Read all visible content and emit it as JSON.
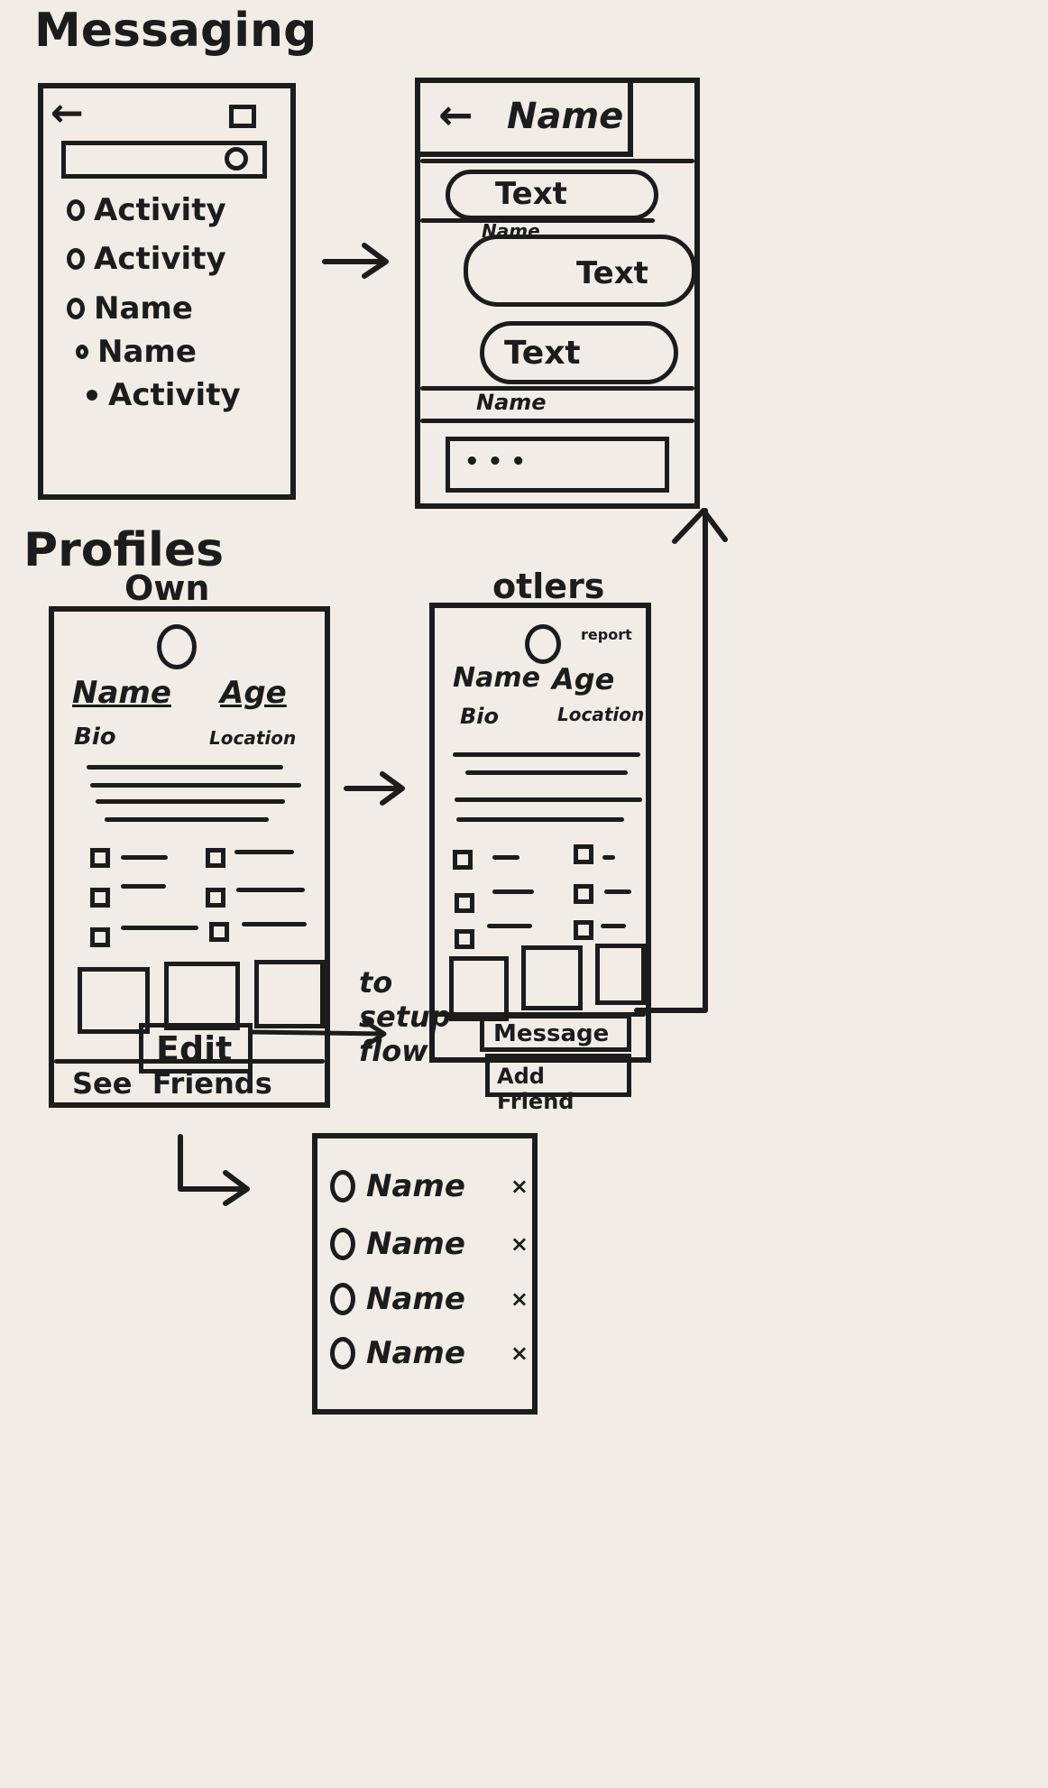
{
  "sections": {
    "messaging_title": "Messaging",
    "profiles_title": "Profiles",
    "own_label": "Own",
    "others_label": "otlers"
  },
  "messaging_list": {
    "items": [
      "Activity",
      "Activity",
      "Name",
      "Name",
      "Activity"
    ]
  },
  "chat": {
    "header_name": "Name",
    "messages": [
      {
        "text": "Text",
        "sender": "Name"
      },
      {
        "text": "Text"
      },
      {
        "text": "Text",
        "sender": "Name"
      }
    ],
    "input_placeholder": "• • •"
  },
  "own_profile": {
    "name": "Name",
    "age": "Age",
    "bio": "Bio",
    "location": "Location",
    "edit_label": "Edit",
    "see_friends_label": "See  Friends"
  },
  "other_profile": {
    "report_label": "report",
    "name": "Name",
    "age": "Age",
    "bio": "Bio",
    "location": "Location",
    "message_label": "Message",
    "add_friend_label": "Add Friend"
  },
  "annotations": {
    "to_setup_flow": [
      "to",
      "setup",
      "flow"
    ]
  },
  "friends_list": {
    "items": [
      "Name",
      "Name",
      "Name",
      "Name"
    ],
    "remove_glyph": "×"
  }
}
